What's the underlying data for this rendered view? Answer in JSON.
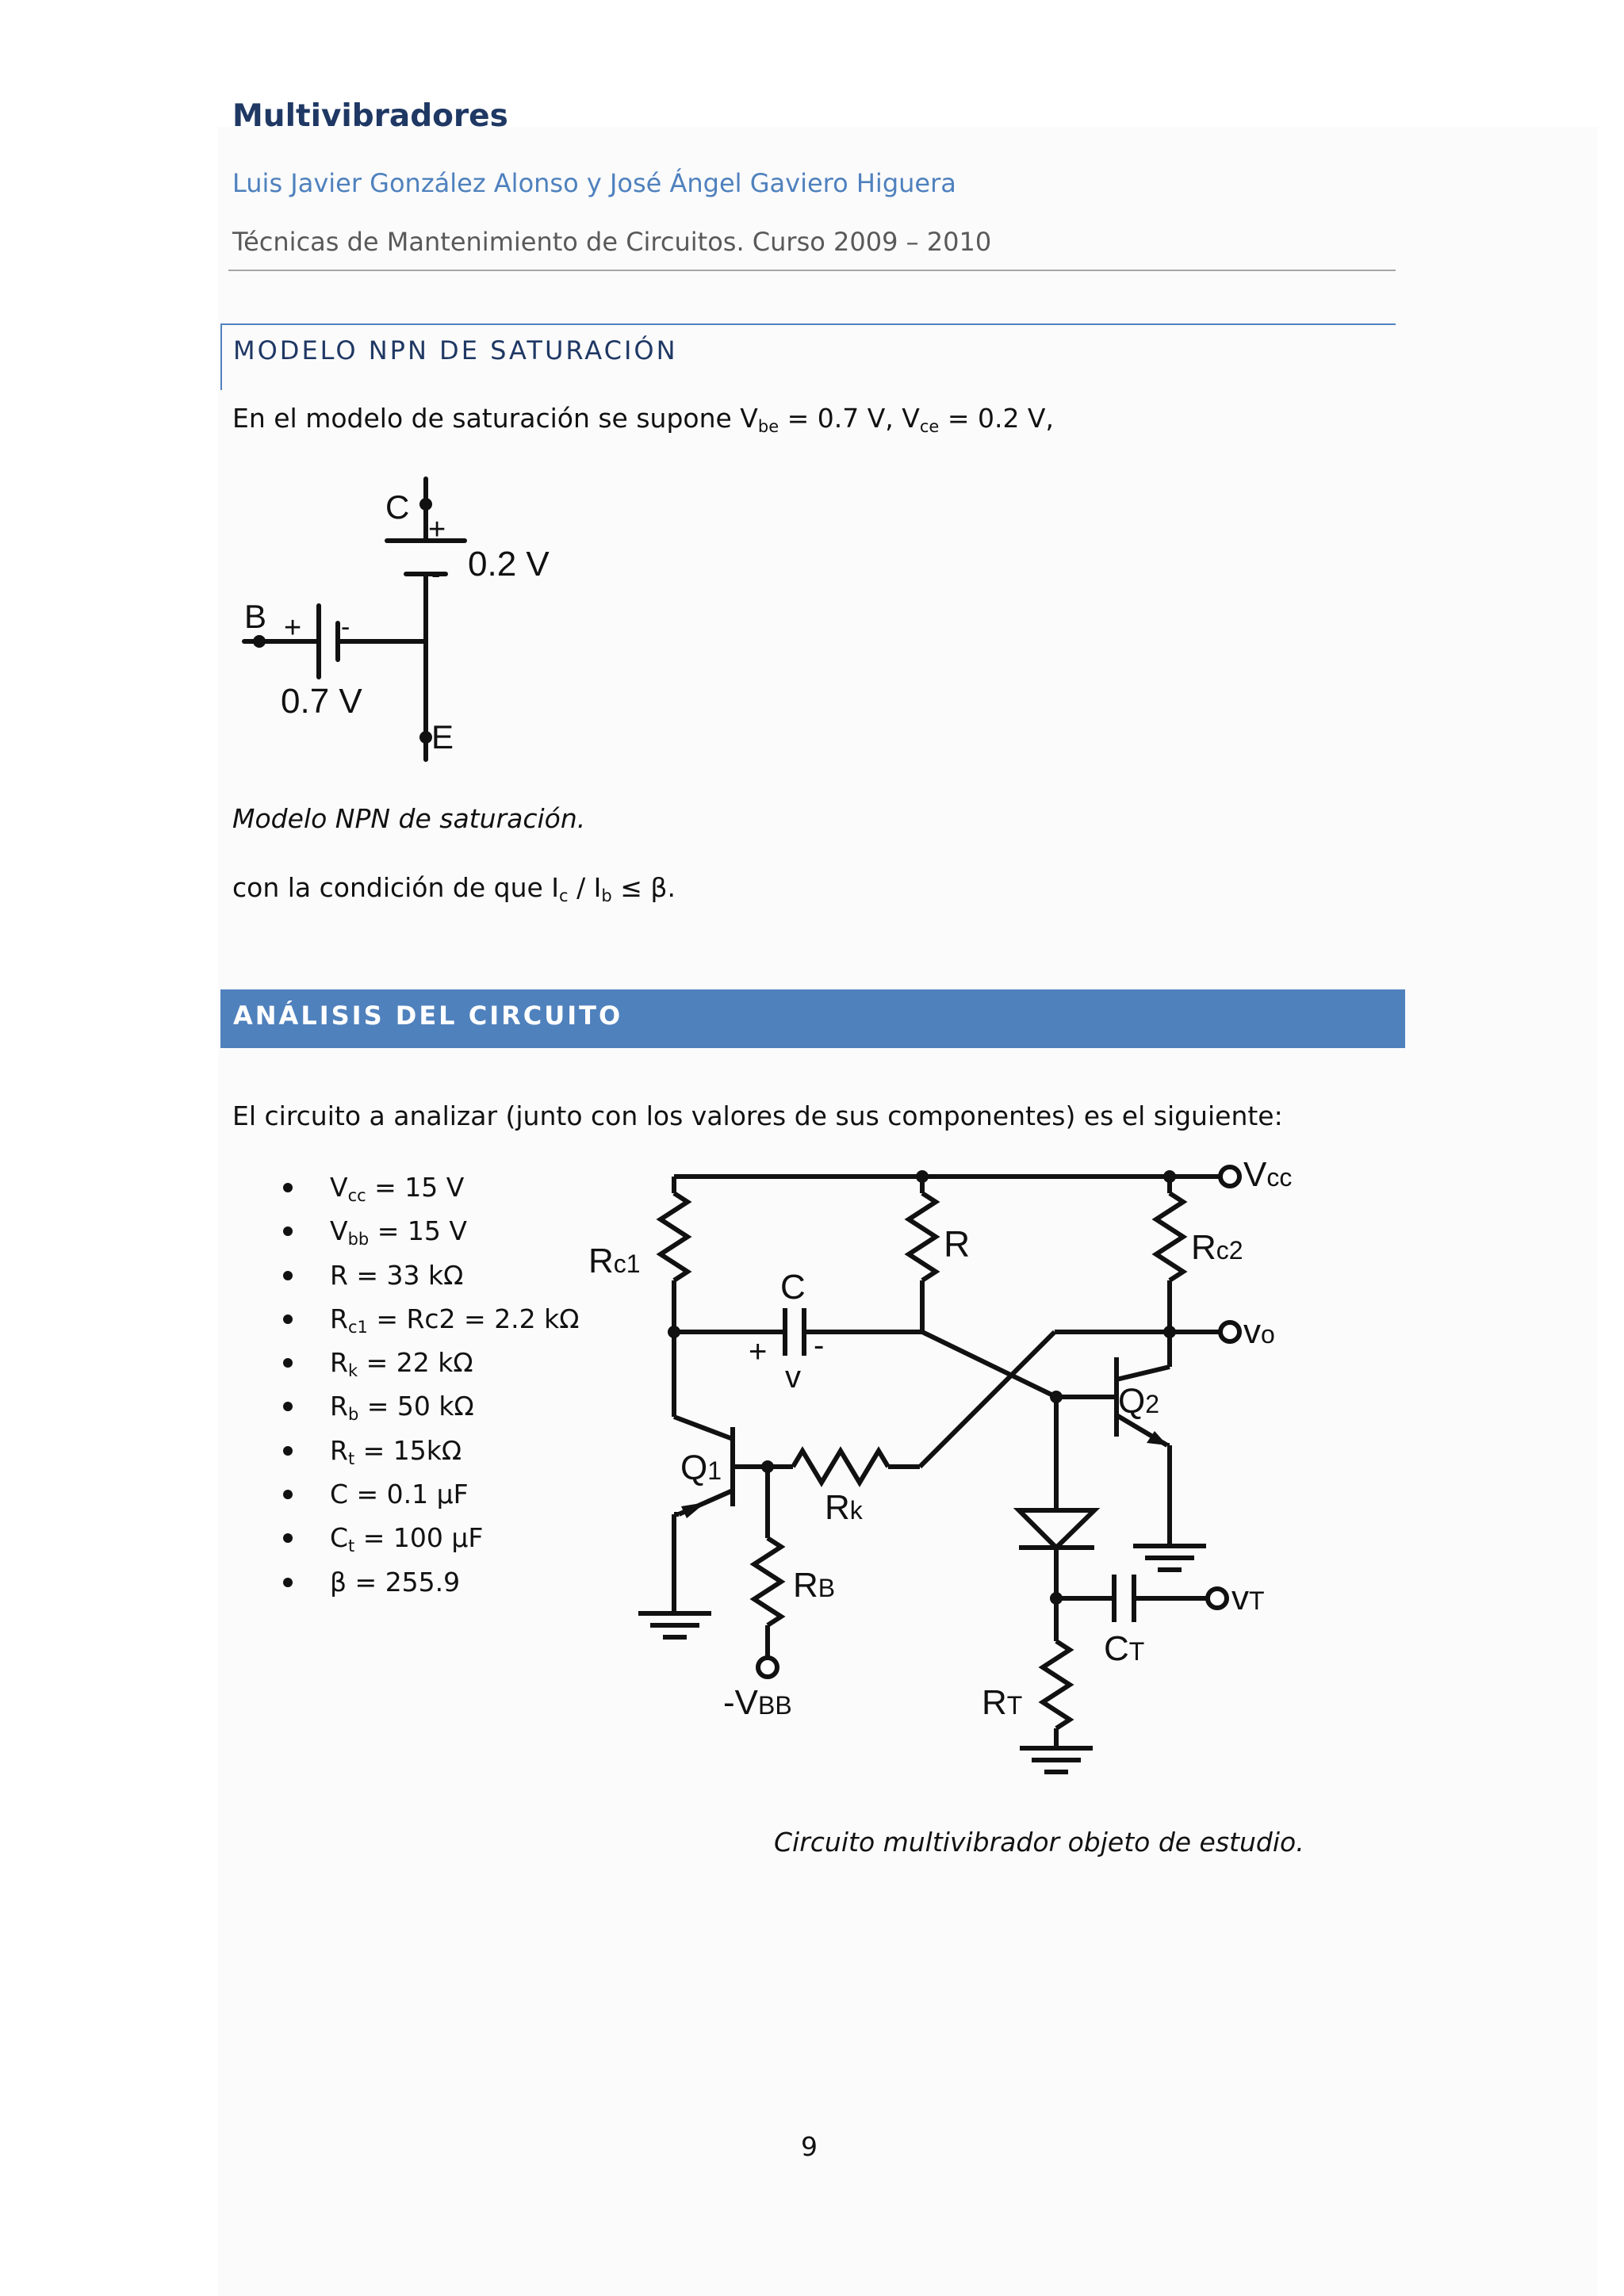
{
  "header": {
    "title": "Multivibradores",
    "authors": "Luis Javier González Alonso y José Ángel Gaviero Higuera",
    "course": "Técnicas de Mantenimiento de Circuitos. Curso 2009 – 2010"
  },
  "section1": {
    "heading": "MODELO NPN DE SATURACIÓN",
    "intro": {
      "p1": "En el modelo de saturación se supone V",
      "s1": "be",
      "p2": " = 0.7 V, V",
      "s2": "ce",
      "p3": " = 0.2 V,"
    },
    "figure": {
      "c": "C",
      "b": "B",
      "e": "E",
      "plus": "+",
      "minus": "-",
      "vce": "0.2 V",
      "vbe": "0.7 V"
    },
    "caption": "Modelo NPN de saturación.",
    "condition": {
      "p1": "con la condición de que I",
      "s1": "c",
      "p2": " / I",
      "s2": "b",
      "p3": " ≤ β."
    }
  },
  "section2": {
    "heading": "ANÁLISIS DEL CIRCUITO",
    "intro": "El circuito a analizar (junto con los valores de sus componentes) es el siguiente:",
    "params": [
      {
        "pre": "V",
        "sub": "cc",
        "post": " = 15 V"
      },
      {
        "pre": "V",
        "sub": "bb",
        "post": " = 15 V"
      },
      {
        "pre": "R = 33 kΩ",
        "sub": "",
        "post": ""
      },
      {
        "pre": "R",
        "sub": "c1",
        "post": " = Rc2 = 2.2 kΩ"
      },
      {
        "pre": "R",
        "sub": "k",
        "post": " = 22 kΩ"
      },
      {
        "pre": "R",
        "sub": "b",
        "post": " = 50 kΩ"
      },
      {
        "pre": "R",
        "sub": "t",
        "post": " = 15kΩ"
      },
      {
        "pre": "C = 0.1 µF",
        "sub": "",
        "post": ""
      },
      {
        "pre": "C",
        "sub": "t",
        "post": "  = 100 µF"
      },
      {
        "pre": "β = 255.9",
        "sub": "",
        "post": ""
      }
    ],
    "circuit": {
      "vcc_main": "V",
      "vcc_sub": "cc",
      "rc1_main": "R",
      "rc1_sub": "c1",
      "r": "R",
      "rc2_main": "R",
      "rc2_sub": "c2",
      "c": "C",
      "c_plus": "+",
      "c_minus": "-",
      "c_v": "v",
      "vo_main": "v",
      "vo_sub": "o",
      "q2_main": "Q",
      "q2_sub": "2",
      "q1_main": "Q",
      "q1_sub": "1",
      "rk_main": "R",
      "rk_sub": "k",
      "rb_main": "R",
      "rb_sub": "B",
      "vbb_main": "-V",
      "vbb_sub": "BB",
      "ct_main": "C",
      "ct_sub": "T",
      "vt_main": "v",
      "vt_sub": "T",
      "rt_main": "R",
      "rt_sub": "T"
    },
    "caption": "Circuito multivibrador objeto de estudio."
  },
  "page_number": "9"
}
